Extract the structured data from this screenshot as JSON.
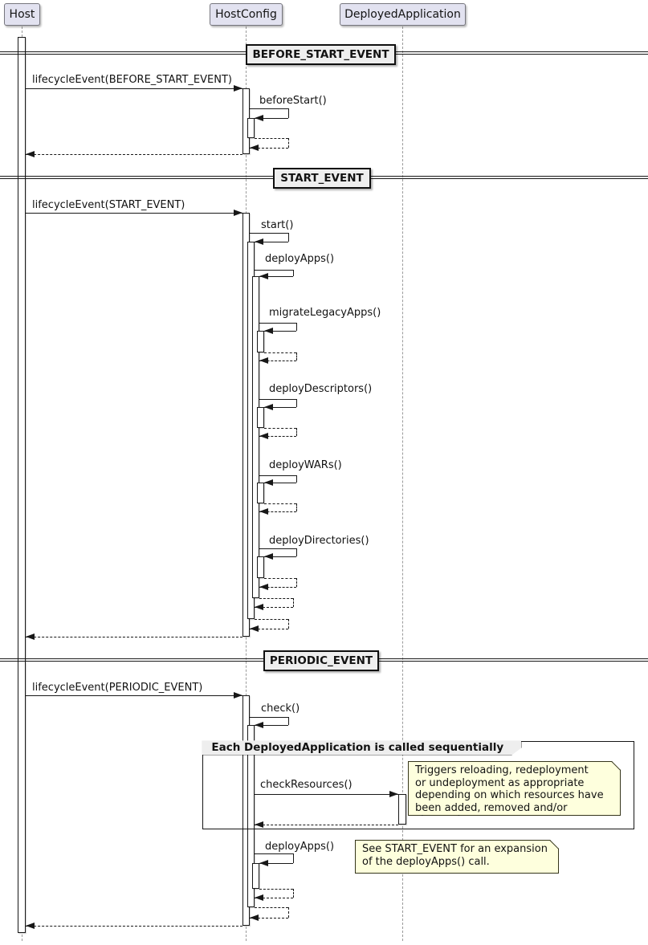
{
  "diagram_type": "uml-sequence",
  "participants": [
    {
      "name": "Host"
    },
    {
      "name": "HostConfig"
    },
    {
      "name": "DeployedApplication"
    }
  ],
  "dividers": [
    {
      "label": "BEFORE_START_EVENT"
    },
    {
      "label": "START_EVENT"
    },
    {
      "label": "PERIODIC_EVENT"
    }
  ],
  "messages": {
    "lifecycle_before_start": "lifecycleEvent(BEFORE_START_EVENT)",
    "before_start": "beforeStart()",
    "lifecycle_start": "lifecycleEvent(START_EVENT)",
    "start": "start()",
    "deploy_apps": "deployApps()",
    "migrate_legacy_apps": "migrateLegacyApps()",
    "deploy_descriptors": "deployDescriptors()",
    "deploy_wars": "deployWARs()",
    "deploy_directories": "deployDirectories()",
    "lifecycle_periodic": "lifecycleEvent(PERIODIC_EVENT)",
    "check": "check()",
    "check_resources": "checkResources()",
    "deploy_apps_periodic": "deployApps()"
  },
  "group": {
    "label": "Each DeployedApplication is called sequentially"
  },
  "notes": [
    {
      "text": "Triggers reloading, redeployment\nor undeployment as appropriate\ndepending on which resources have\nbeen added, removed and/or changed."
    },
    {
      "text": "See START_EVENT for an expansion\nof the deployApps() call."
    }
  ],
  "colors": {
    "participant_fill": "#E2E2F0",
    "note_fill": "#FEFFDD",
    "divider_fill": "#EEEEEE",
    "line": "#181818",
    "background": "#FFFFFF"
  }
}
